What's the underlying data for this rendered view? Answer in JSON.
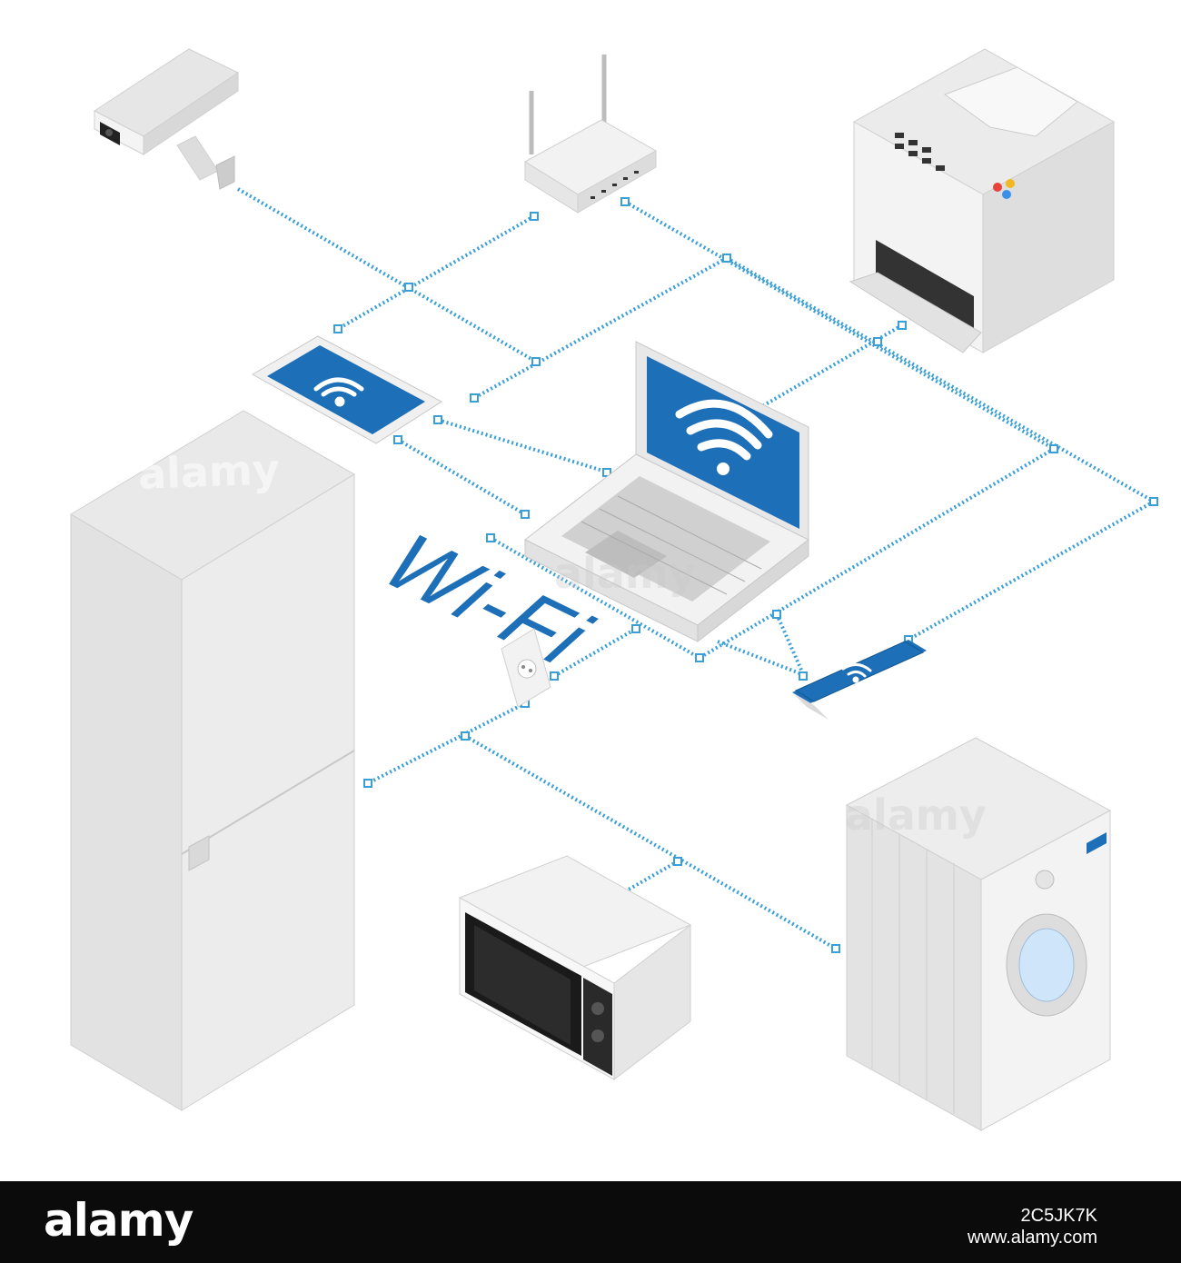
{
  "diagram": {
    "title": "Wi-Fi",
    "colors": {
      "accent": "#1d6fb8",
      "link": "#3a9fd6",
      "appliance": "#eeeeee",
      "outline": "#c8c8c8"
    },
    "devices": [
      {
        "name": "security-camera",
        "icon": "cctv-icon"
      },
      {
        "name": "router",
        "icon": "router-icon"
      },
      {
        "name": "printer",
        "icon": "printer-icon"
      },
      {
        "name": "tablet",
        "icon": "wifi-icon"
      },
      {
        "name": "laptop",
        "icon": "wifi-icon"
      },
      {
        "name": "refrigerator",
        "icon": "fridge-icon"
      },
      {
        "name": "power-socket",
        "icon": "socket-icon"
      },
      {
        "name": "smartphone",
        "icon": "wifi-icon"
      },
      {
        "name": "microwave",
        "icon": "microwave-icon"
      },
      {
        "name": "washing-machine",
        "icon": "washer-icon"
      }
    ]
  },
  "watermark": {
    "text": "alamy"
  },
  "footer": {
    "logo": "alamy",
    "image_id": "2C5JK7K",
    "url": "www.alamy.com"
  }
}
